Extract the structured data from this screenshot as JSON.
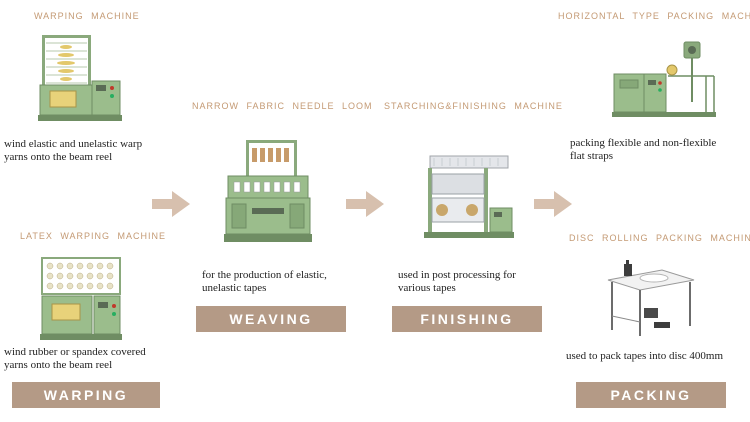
{
  "colors": {
    "accent": "#c49a74",
    "band": "#b49a86",
    "arrow": "#d7c0ae",
    "machine_green": "#9bbd8c"
  },
  "warping": {
    "machine1_title": "WARPING MACHINE",
    "machine1_desc_line1": "wind elastic and unelastic warp",
    "machine1_desc_line2": "yarns onto the beam reel",
    "machine2_title": "LATEX WARPING MACHINE",
    "machine2_desc_line1": "wind rubber or spandex covered",
    "machine2_desc_line2": "yarns onto the beam reel",
    "stage_label": "WARPING"
  },
  "weaving": {
    "machine_title": "NARROW FABRIC NEEDLE LOOM",
    "desc_line1": "for the production of elastic,",
    "desc_line2": "unelastic tapes",
    "stage_label": "WEAVING"
  },
  "finishing": {
    "machine_title": "STARCHING&FINISHING MACHINE",
    "desc_line1": "used in post processing for",
    "desc_line2": "various tapes",
    "stage_label": "FINISHING"
  },
  "packing": {
    "machine1_title": "HORIZONTAL TYPE PACKING MACHINE",
    "machine1_desc_line1": "packing flexible and non-flexible",
    "machine1_desc_line2": "flat straps",
    "machine2_title": "DISC ROLLING PACKING MACHINE",
    "machine2_desc": "used to pack tapes into disc 400mm",
    "stage_label": "PACKING"
  },
  "icons": [
    "warping-machine-image",
    "latex-warping-machine-image",
    "needle-loom-image",
    "finishing-machine-image",
    "horizontal-packing-machine-image",
    "disc-rolling-machine-image",
    "arrow-right-icon"
  ]
}
